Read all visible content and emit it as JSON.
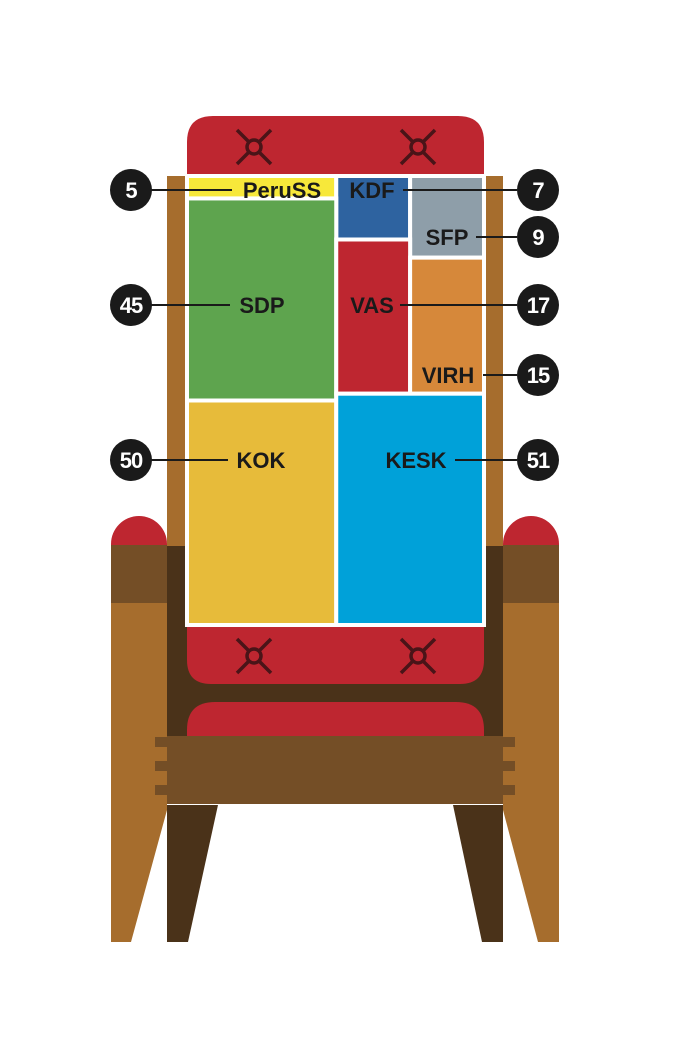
{
  "chart_data": {
    "type": "treemap",
    "title": "",
    "unit": "",
    "series": [
      {
        "name": "PeruSS",
        "value": 5,
        "color": "#f7e83a"
      },
      {
        "name": "KDF",
        "value": 7,
        "color": "#2e63a0"
      },
      {
        "name": "SFP",
        "value": 9,
        "color": "#8e9ea9"
      },
      {
        "name": "SDP",
        "value": 45,
        "color": "#5ea44e"
      },
      {
        "name": "VAS",
        "value": 17,
        "color": "#be2630"
      },
      {
        "name": "VIRH",
        "value": 15,
        "color": "#d6883a"
      },
      {
        "name": "KOK",
        "value": 50,
        "color": "#e7bb3a"
      },
      {
        "name": "KESK",
        "value": 51,
        "color": "#00a1d9"
      }
    ]
  },
  "colors": {
    "cushion": "#be2630",
    "frame_wood": "#a66d2d",
    "dark_wood": "#4a3219",
    "mid_wood": "#744e26",
    "badge": "#1a1a1a"
  }
}
